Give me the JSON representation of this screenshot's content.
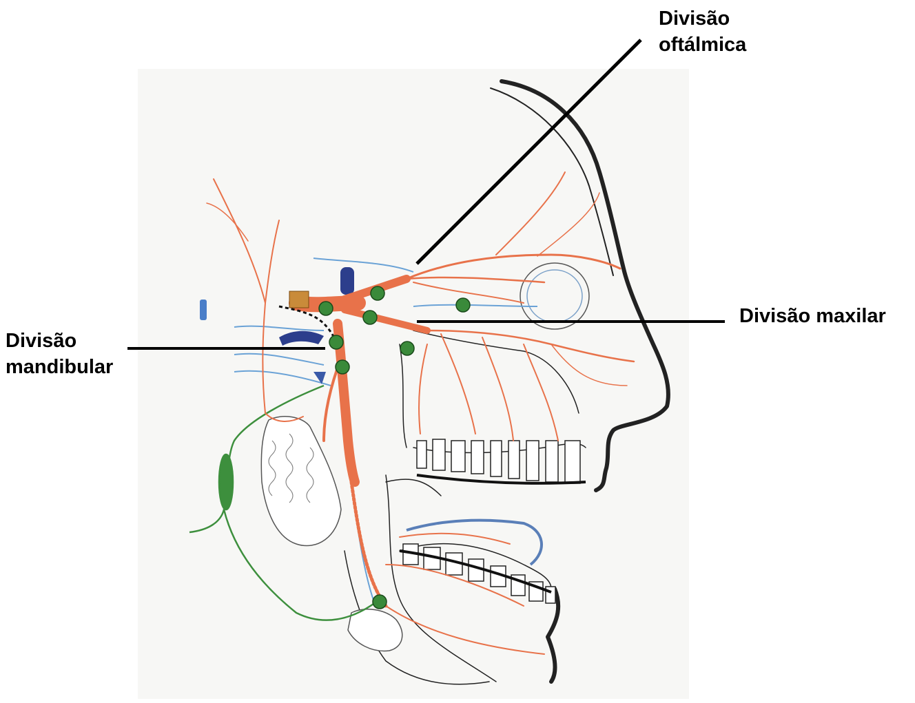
{
  "labels": {
    "ophthalmic_line1": "Divisão",
    "ophthalmic_line2": "oftálmica",
    "maxillary": "Divisão maxilar",
    "mandibular_line1": "Divisão",
    "mandibular_line2": "mandibular"
  },
  "colors": {
    "nerve": "#e8724a",
    "nerve_dark": "#d9532a",
    "vessel": "#6aa2d6",
    "dark_blue": "#2c3e8c",
    "ganglion": "#3a8a3a",
    "ganglion_outline": "#1a4a1a",
    "green_nerve": "#3d8f3d",
    "bone_outline": "#222222",
    "leader_line": "#000000"
  },
  "icons": {
    "ganglion": "green-dot"
  }
}
